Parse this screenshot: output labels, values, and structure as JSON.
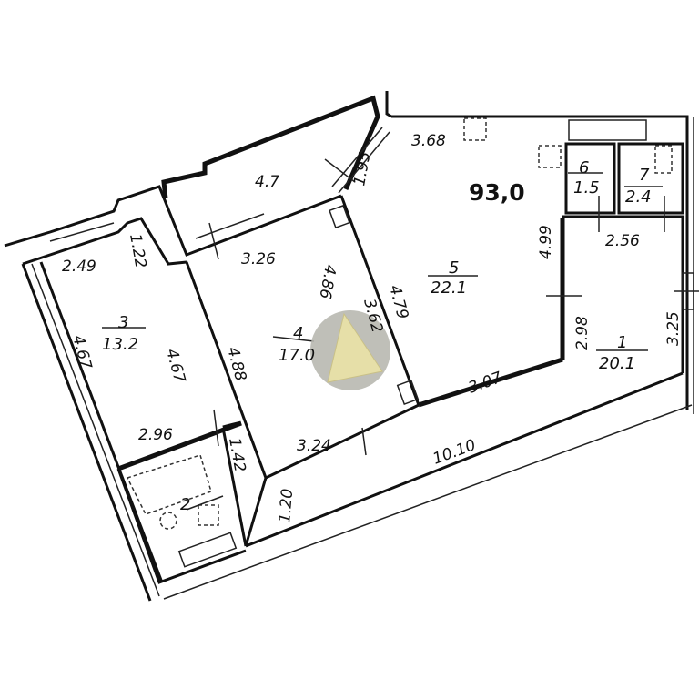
{
  "total_area": "93,0",
  "rooms": [
    {
      "number": "1",
      "area": "20.1"
    },
    {
      "number": "2",
      "area": ""
    },
    {
      "number": "3",
      "area": "13.2"
    },
    {
      "number": "4",
      "area": "17.0"
    },
    {
      "number": "5",
      "area": "22.1"
    },
    {
      "number": "6",
      "area": "1.5"
    },
    {
      "number": "7",
      "area": "2.4"
    }
  ],
  "dimensions": {
    "balcony_length": "4.7",
    "balcony_side": "1.95",
    "kitchen_top": "3.68",
    "room3_top": "2.49",
    "room3_pillar": "1.22",
    "room4_top": "3.26",
    "room4_inner": "4.86",
    "room4_diag": "3.62",
    "room4_right": "4.79",
    "room3_left": "4.67",
    "room3_right": "4.67",
    "room4_left": "4.88",
    "room3_bottom": "2.96",
    "hall_side": "1.42",
    "room4_bottom": "3.24",
    "corridor": "1.20",
    "overall": "10.10",
    "kitchen_bottom": "3.07",
    "kitchen_right": "4.99",
    "room1_left": "2.98",
    "room1_right": "3.25",
    "wc_width": "2.56"
  },
  "colors": {
    "walls": "#111111",
    "watermark_disc": "#b8b8b0",
    "watermark_triangle": "#e6dfa8"
  }
}
